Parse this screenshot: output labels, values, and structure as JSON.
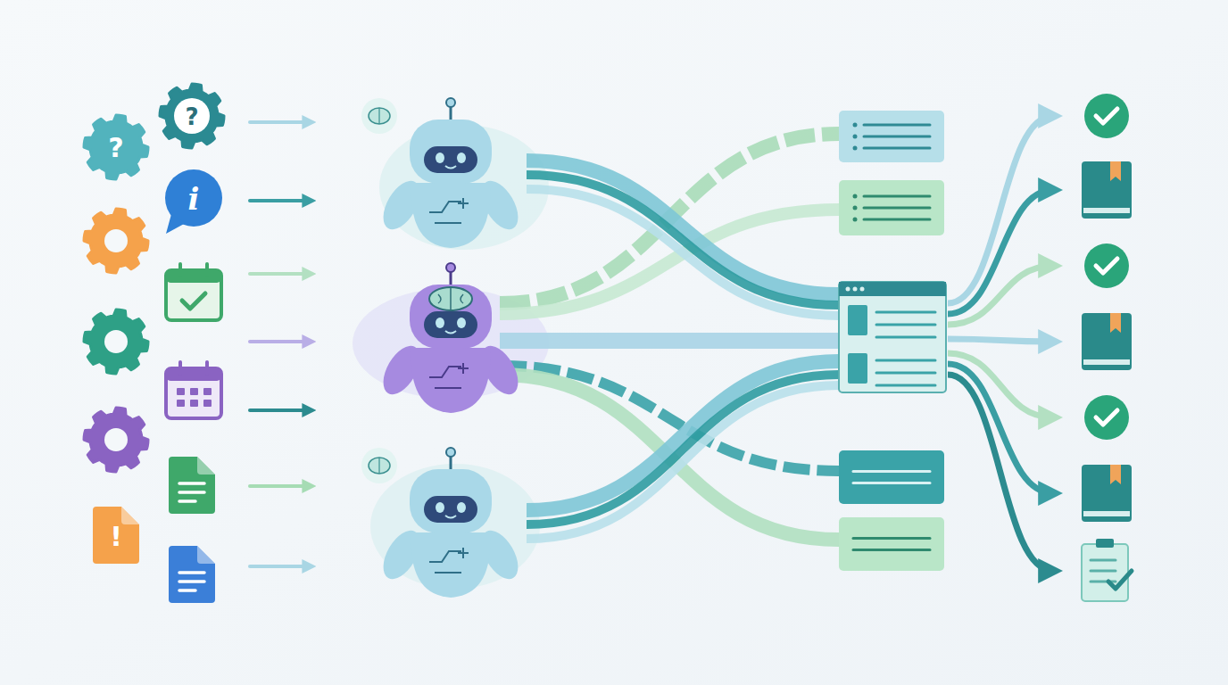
{
  "diagram": {
    "labels": [
      "?",
      "?",
      "i",
      "!"
    ]
  }
}
